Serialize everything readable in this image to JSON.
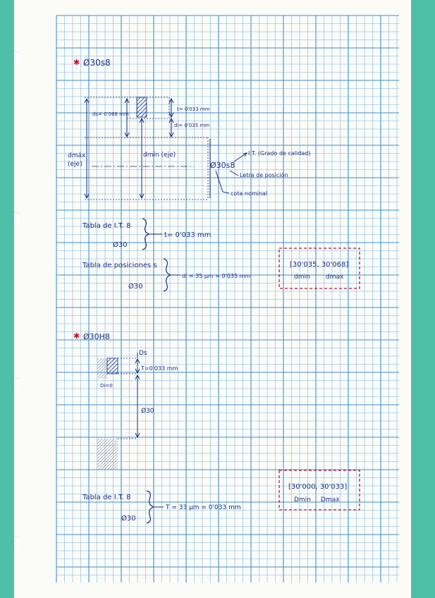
{
  "section1": {
    "title": "Ø30s8",
    "t_label": "t= 0'033 mm",
    "di_label": "di= 0'035 mm",
    "ds_label": "ds= 0'068 mm",
    "dmax_label": [
      "dmáx",
      "(eje)"
    ],
    "dmin_label": "dmín (eje)",
    "callout": "Ø30s8",
    "it_note": "I.T. (Grado de calidad)",
    "letter_note": "Letra de posición",
    "cota_note": "cota nominal",
    "tabla_it": "Tabla de I.T. 8",
    "tabla_it_val": "Ø30",
    "tabla_it_res": "t= 0'033 mm",
    "tabla_pos": "Tabla de posiciones s",
    "tabla_pos_val": "Ø30",
    "tabla_pos_res": "di = 35 μm = 0'035 mm",
    "box_values": "[30'035, 30'068]",
    "box_min": "dmin",
    "box_max": "dmax"
  },
  "section2": {
    "title": "Ø30H8",
    "ds_label": "Ds",
    "t_label": "T=0'033 mm",
    "di_label": "Di=0",
    "dim_label": "Ø30",
    "tabla_it": "Tabla de I.T. 8",
    "tabla_it_val": "Ø30",
    "tabla_it_res": "T = 33 μm = 0'033 mm",
    "box_values": "[30'000, 30'033]",
    "box_min": "Dmin",
    "box_max": "Dmax"
  },
  "colors": {
    "ink": "#1a2e8a",
    "red": "#c8102e",
    "grid": "#7ab8de",
    "gridDark": "#3f8fcc"
  }
}
